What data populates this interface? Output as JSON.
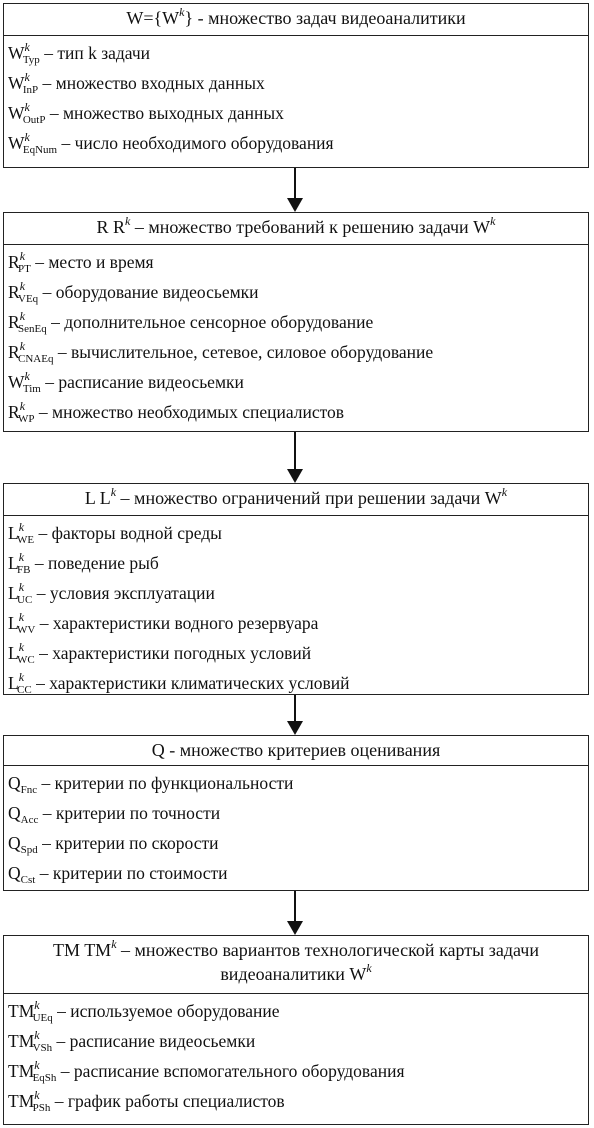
{
  "blocks": [
    {
      "header": {
        "a": "W={W",
        "sup": "k",
        "b": "} - множество задач видеоаналитики"
      },
      "items": [
        {
          "base": "W",
          "sup": "k",
          "sub": "Typ",
          "text": " – тип k задачи"
        },
        {
          "base": "W",
          "sup": "k",
          "sub": "InP",
          "text": " – множество входных данных"
        },
        {
          "base": "W",
          "sup": "k",
          "sub": "OutP",
          "text": " – множество выходных данных"
        },
        {
          "base": "W",
          "sup": "k",
          "sub": "EqNum",
          "text": " – число необходимого оборудования"
        }
      ]
    },
    {
      "header": {
        "a": "R  R",
        "sup": "k",
        "b": " – множество требований к решению задачи W",
        "sup2": "k"
      },
      "items": [
        {
          "base": "R",
          "sup": "k",
          "sub": "PT",
          "text": " – место и время"
        },
        {
          "base": "R",
          "sup": "k",
          "sub": "VEq",
          "text": " – оборудование видеосьемки"
        },
        {
          "base": "R",
          "sup": "k",
          "sub": "SenEq",
          "text": " – дополнительное сенсорное оборудование"
        },
        {
          "base": "R",
          "sup": "k",
          "sub": "CNAEq",
          "text": " – вычислительное, сетевое, силовое оборудование"
        },
        {
          "base": "W",
          "sup": "k",
          "sub": "Tim",
          "text": " – расписание видеосьемки"
        },
        {
          "base": "R",
          "sup": "k",
          "sub": "WP",
          "text": " – множество необходимых специалистов"
        }
      ]
    },
    {
      "header": {
        "a": "L  L",
        "sup": "k",
        "b": " – множество ограничений при решении задачи W",
        "sup2": "k"
      },
      "items": [
        {
          "base": "L",
          "sup": "k",
          "sub": "WE",
          "text": " – факторы водной среды"
        },
        {
          "base": "L",
          "sup": "k",
          "sub": "FB",
          "text": " – поведение рыб"
        },
        {
          "base": "L",
          "sup": "k",
          "sub": "UC",
          "text": " – условия эксплуатации"
        },
        {
          "base": "L",
          "sup": "k",
          "sub": "WV",
          "text": " – характеристики водного резервуара"
        },
        {
          "base": "L",
          "sup": "k",
          "sub": "WC",
          "text": " – характеристики погодных условий"
        },
        {
          "base": "L",
          "sup": "k",
          "sub": "CC",
          "text": " – характеристики климатических условий"
        }
      ]
    },
    {
      "header": {
        "a": "Q - множество критериев оценивания",
        "sup": "",
        "b": ""
      },
      "items": [
        {
          "base": "Q",
          "sup": "",
          "sub": "Fnc",
          "text": " – критерии по функциональности"
        },
        {
          "base": "Q",
          "sup": "",
          "sub": "Acc",
          "text": " – критерии по точности"
        },
        {
          "base": "Q",
          "sup": "",
          "sub": "Spd",
          "text": " – критерии по скорости"
        },
        {
          "base": "Q",
          "sup": "",
          "sub": "Cst",
          "text": " – критерии по стоимости"
        }
      ]
    },
    {
      "header": {
        "a": "TM  TM",
        "sup": "k",
        "b": " – множество вариантов технологической карты задачи видеоаналитики W",
        "sup2": "k"
      },
      "items": [
        {
          "base": "TM",
          "sup": "k",
          "sub": "UEq",
          "text": " – используемое оборудование"
        },
        {
          "base": "TM",
          "sup": "k",
          "sub": "VSh",
          "text": " – расписание видеосьемки"
        },
        {
          "base": "TM",
          "sup": "k",
          "sub": "EqSh",
          "text": " – расписание вспомогательного оборудования"
        },
        {
          "base": "TM",
          "sup": "k",
          "sub": "PSh",
          "text": " – график работы специалистов"
        }
      ]
    }
  ]
}
